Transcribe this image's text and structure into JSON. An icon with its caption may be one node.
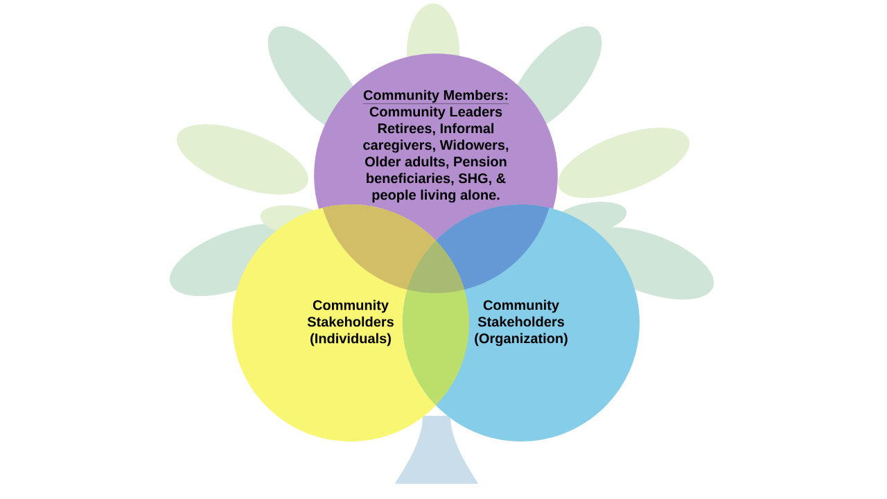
{
  "diagram": {
    "nodes": [
      {
        "text": [
          "Community Members:",
          "Community Leaders Retirees, Informal caregivers, Widowers, Older adults, Pension beneficiaries, SHG, & people living alone."
        ]
      },
      {
        "text": [
          "Community Stakeholders (Individuals)"
        ]
      },
      {
        "text": [
          "Community Stakeholders (Organization)"
        ]
      }
    ]
  }
}
